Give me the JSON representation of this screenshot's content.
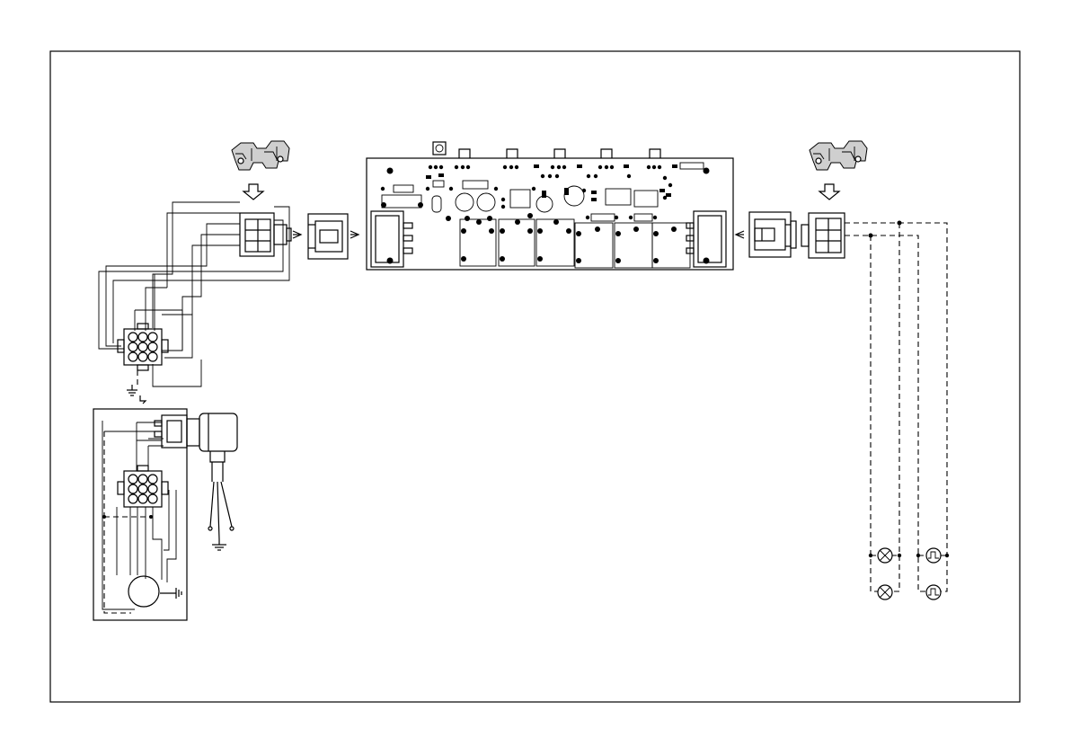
{
  "diagram": {
    "kind": "wiring-diagram",
    "colors": {
      "ink": "#000000",
      "paper": "#ffffff",
      "clip_gray": "#cfcfcf"
    },
    "components": [
      "mounting-clip",
      "main-circuit-board",
      "left-harness-connector",
      "right-harness-connector",
      "nine-pin-connector",
      "motor-housing",
      "power-plug",
      "indicator-lamps",
      "pulse-sensors",
      "ground-symbols"
    ],
    "visible_text": []
  }
}
